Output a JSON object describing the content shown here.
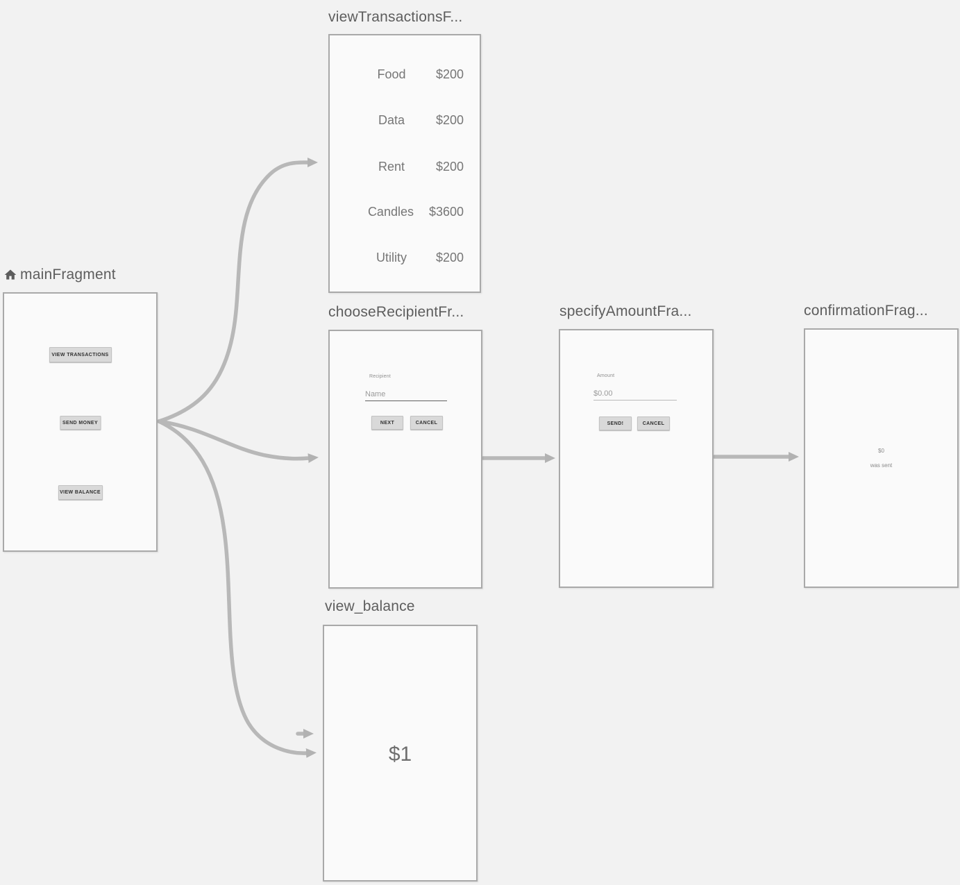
{
  "colors": {
    "background": "#f2f2f2",
    "card_bg": "#fafafa",
    "card_border": "#a9a9a9",
    "arrow": "#b6b6b6",
    "title_text": "#5d5d5d"
  },
  "fragments": {
    "main": {
      "title": "mainFragment",
      "buttons": [
        {
          "label": "VIEW TRANSACTIONS"
        },
        {
          "label": "SEND MONEY"
        },
        {
          "label": "VIEW BALANCE"
        }
      ]
    },
    "view_transactions": {
      "title": "viewTransactionsF...",
      "rows": [
        {
          "label": "Food",
          "amount": "$200"
        },
        {
          "label": "Data",
          "amount": "$200"
        },
        {
          "label": "Rent",
          "amount": "$200"
        },
        {
          "label": "Candles",
          "amount": "$3600"
        },
        {
          "label": "Utility",
          "amount": "$200"
        }
      ]
    },
    "choose_recipient": {
      "title": "chooseRecipientFr...",
      "field_label": "Recipient",
      "field_value": "Name",
      "next_label": "NEXT",
      "cancel_label": "CANCEL"
    },
    "specify_amount": {
      "title": "specifyAmountFra...",
      "field_label": "Amount",
      "field_value": "$0.00",
      "send_label": "SEND!",
      "cancel_label": "CANCEL"
    },
    "confirmation": {
      "title": "confirmationFrag...",
      "amount": "$0",
      "message": "was sent"
    },
    "view_balance": {
      "title": "view_balance",
      "balance": "$1"
    }
  }
}
